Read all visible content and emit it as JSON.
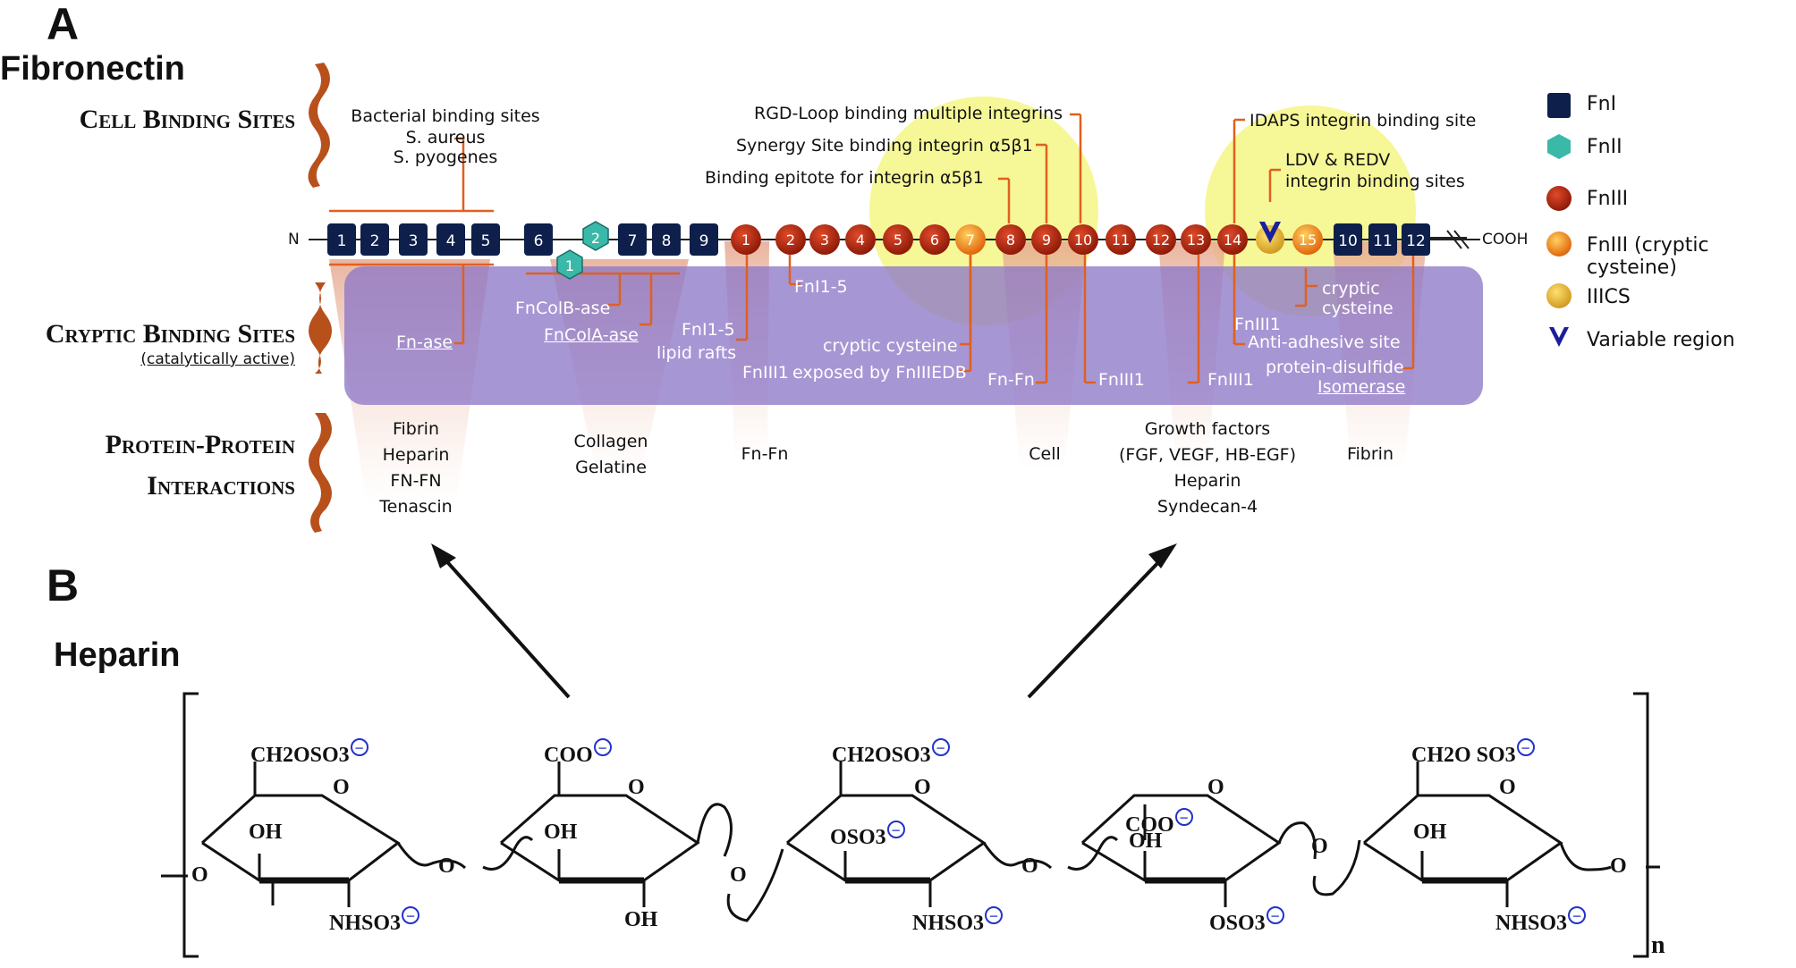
{
  "panel_a": {
    "letter": "A",
    "title": "Fibronectin",
    "sections": {
      "cell_binding": "Cell Binding Sites",
      "cryptic": "Cryptic Binding Sites",
      "cryptic_sub": "(catalytically active)",
      "ppi_line1": "Protein-Protein",
      "ppi_line2": "Interactions"
    },
    "chain": {
      "n_term": "N",
      "c_term": "COOH",
      "fn1_a": [
        "1",
        "2",
        "3",
        "4",
        "5"
      ],
      "fn1_b": [
        "6"
      ],
      "fn2": [
        "1",
        "2"
      ],
      "fn1_c": [
        "7",
        "8",
        "9"
      ],
      "fn3": [
        "1",
        "2",
        "3",
        "4",
        "5",
        "6",
        "7",
        "8",
        "9",
        "10",
        "11",
        "12",
        "13",
        "14",
        "15"
      ],
      "fn1_d": [
        "10",
        "11",
        "12"
      ]
    },
    "cell_binding_labels": {
      "bacterial": "Bacterial binding sites",
      "saureus": "S. aureus",
      "spyogenes": "S. pyogenes",
      "rgd": "RGD-Loop binding multiple integrins",
      "synergy": "Synergy Site binding integrin α5β1",
      "epitope": "Binding epitote for integrin  α5β1",
      "idaps": "IDAPS integrin binding site",
      "ldv1": "LDV & REDV",
      "ldv2": "integrin binding sites"
    },
    "cryptic_labels": {
      "fn_ase": "Fn-ase",
      "fncolb": "FnColB-ase",
      "fncola": "FnColA-ase",
      "fni15_top": "FnI1-5",
      "fni15_rafts": "FnI1-5",
      "lipid_rafts": "lipid rafts",
      "fniii1_a": "FnIII1",
      "exposed": "exposed by FnIIIEDB",
      "cryptic_cys": "cryptic cysteine",
      "fnfn_mid": "Fn-Fn",
      "fniii1_b": "FnIII1",
      "fniii1_c": "FnIII1",
      "fniii1_d": "FnIII1",
      "anti_adhesive": "Anti-adhesive site",
      "cryptic_cys2a": "cryptic",
      "cryptic_cys2b": "cysteine",
      "pdi1": "protein-disulfide",
      "pdi2": "Isomerase"
    },
    "ppi_labels": {
      "g1": [
        "Fibrin",
        "Heparin",
        "FN-FN",
        "Tenascin"
      ],
      "g2": [
        "Collagen",
        "Gelatine"
      ],
      "g3": [
        "Fn-Fn"
      ],
      "g4": [
        "Cell"
      ],
      "g5": [
        "Growth factors",
        "(FGF, VEGF, HB-EGF)",
        "Heparin",
        "Syndecan-4"
      ],
      "g6": [
        "Fibrin"
      ]
    },
    "legend": [
      {
        "label": "FnI",
        "icon": "dark-blue-square"
      },
      {
        "label": "FnII",
        "icon": "teal-hexagon"
      },
      {
        "label": "FnIII",
        "icon": "red-circle"
      },
      {
        "label": "FnIII (cryptic cysteine)",
        "icon": "orange-circle"
      },
      {
        "label": "IIICS",
        "icon": "yellow-circle"
      },
      {
        "label": "Variable region",
        "icon": "blue-v"
      }
    ],
    "colors": {
      "fn1": "#0d1f4a",
      "fn2": "#3ab8a8",
      "fn3": "#b52812",
      "cryptic_cys": "#f08a1c",
      "iiics": "#e8c040",
      "cryptic_box": "#8e78c8",
      "bracket": "#e06020",
      "highlight": "#f2f25a"
    }
  },
  "panel_b": {
    "letter": "B",
    "title": "Heparin",
    "repeat_index": "n",
    "units": [
      {
        "top": "CH2OSO3",
        "ring_o": "O",
        "oh": "OH",
        "bottom": "NHSO3"
      },
      {
        "top": "COO",
        "ring_o": "O",
        "oh": "OH",
        "bottom": "OH"
      },
      {
        "top": "CH2OSO3",
        "ring_o": "O",
        "oh": "OSO3",
        "bottom": "NHSO3"
      },
      {
        "top": "COO",
        "ring_o": "O",
        "oh": "OH",
        "bottom": "OSO3"
      },
      {
        "top": "CH2O SO3",
        "ring_o": "O",
        "oh": "OH",
        "bottom": "NHSO3"
      }
    ],
    "linker": "O"
  }
}
